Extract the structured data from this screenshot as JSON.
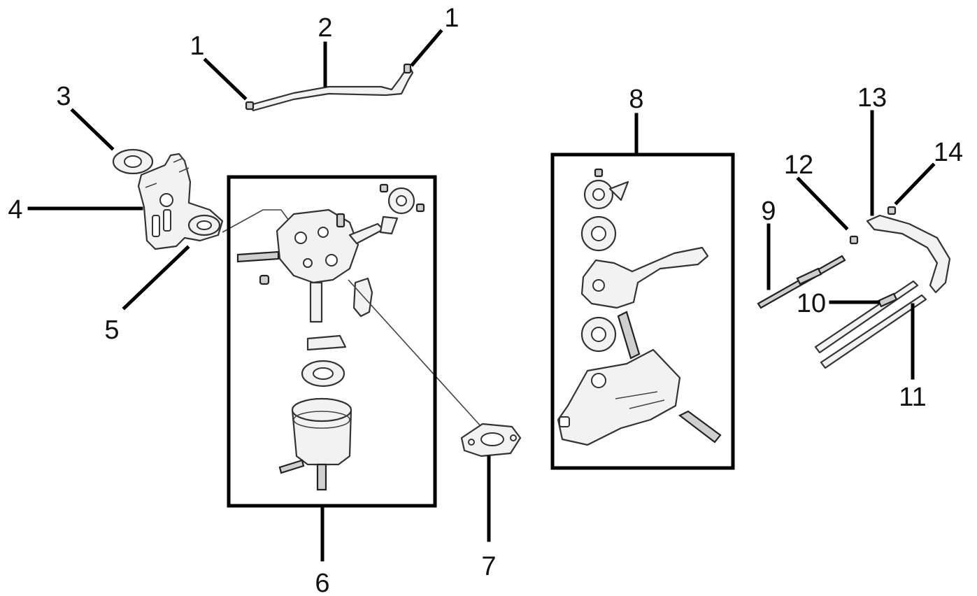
{
  "callouts": {
    "c1a": "1",
    "c2": "2",
    "c1b": "1",
    "c3": "3",
    "c4": "4",
    "c5": "5",
    "c6": "6",
    "c7": "7",
    "c8": "8",
    "c9": "9",
    "c10": "10",
    "c11": "11",
    "c12": "12",
    "c13": "13",
    "c14": "14"
  }
}
